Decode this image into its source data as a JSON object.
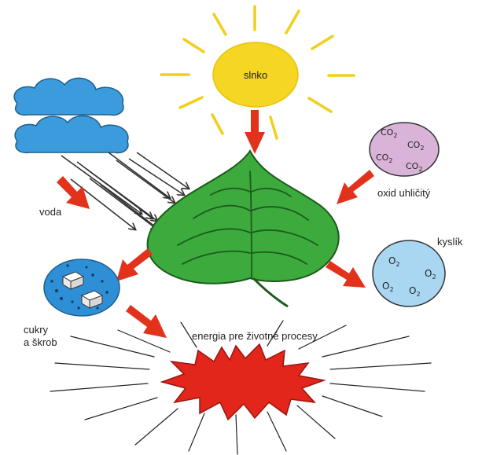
{
  "labels": {
    "sun": "slnko",
    "water": "voda",
    "co2": "oxid uhličitý",
    "oxygen": "kyslík",
    "sugars_line1": "cukry",
    "sugars_line2": "a škrob",
    "energy": "energia pre životné procesy"
  },
  "molecules": {
    "co2": [
      "CO2",
      "CO2",
      "CO2",
      "CO2"
    ],
    "o2": [
      "O2",
      "O2",
      "O2",
      "O2"
    ]
  },
  "colors": {
    "sun": "#f5d623",
    "sun_rays": "#f2cf1a",
    "cloud": "#3b9bdc",
    "leaf": "#3caa3c",
    "arrow_red": "#e2321c",
    "co2_ball": "#d9b4d8",
    "o2_ball": "#a9d7f2",
    "sugar_ball": "#2f8fd6",
    "explosion": "#e2261b"
  }
}
